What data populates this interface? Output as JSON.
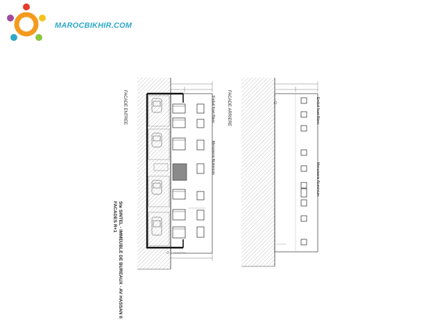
{
  "logo": {
    "text": "MAROCBIKHIR.COM",
    "colors": {
      "ring": "#f39a1e",
      "bubbles": [
        "#e63a2b",
        "#f3c21e",
        "#2ea8c8",
        "#8cc63f",
        "#a04a9c"
      ],
      "text": "#2ea8c8"
    }
  },
  "labels": {
    "facade_entree": "FACADE ENTREE",
    "facade_arriere": "FACADE ARRIERE",
    "enduit_left": "Enduit fissé Blanc",
    "menuiserie_left": "Menuiserie Aluminium",
    "enduit_right": "Enduit fissé Blanc",
    "menuiserie_right": "Menuiserie Aluminium"
  },
  "title": {
    "line1": "Ste SINTEL - IMMEUBLE DE BUREAUX - AV HASSAN II",
    "line2": "FACADES R+1"
  }
}
